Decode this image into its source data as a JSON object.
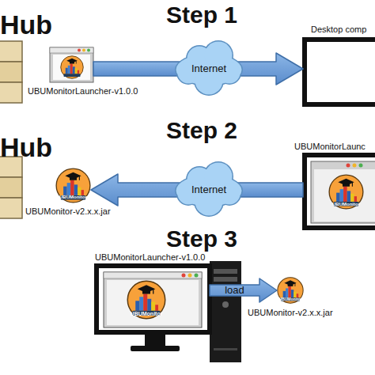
{
  "diagram": {
    "nodes": [
      {
        "text": [
          "Hub"
        ]
      },
      {
        "text": [
          "UBUMonitorLauncher-v1.0.0"
        ]
      },
      {
        "text": [
          "Internet"
        ]
      },
      {
        "text": [
          "Desktop comp"
        ]
      },
      {
        "text": [
          "Hub"
        ]
      },
      {
        "text": [
          "UBUMonitor",
          "UBUMonitor-v2.x.x.jar"
        ]
      },
      {
        "text": [
          "Internet"
        ]
      },
      {
        "text": [
          "UBUMonitorLaunc",
          "UBUMonitor"
        ]
      },
      {
        "text": [
          "UBUMonitorLauncher-v1.0.0",
          "UBUMonitor"
        ]
      },
      {
        "text": [
          "UBUMonitor",
          "UBUMonitor-v2.x.x.jar"
        ]
      }
    ],
    "edges": [
      {
        "from": 1,
        "to": 2,
        "arrow": "none"
      },
      {
        "from": 2,
        "to": 3,
        "arrow": "to"
      },
      {
        "from": 7,
        "to": 6,
        "arrow": "none"
      },
      {
        "from": 6,
        "to": 5,
        "arrow": "to"
      },
      {
        "from": 8,
        "to": 9,
        "label": "load",
        "arrow": "to"
      }
    ],
    "labels": [
      "Step 1",
      "Step 2",
      "Step 3"
    ]
  }
}
